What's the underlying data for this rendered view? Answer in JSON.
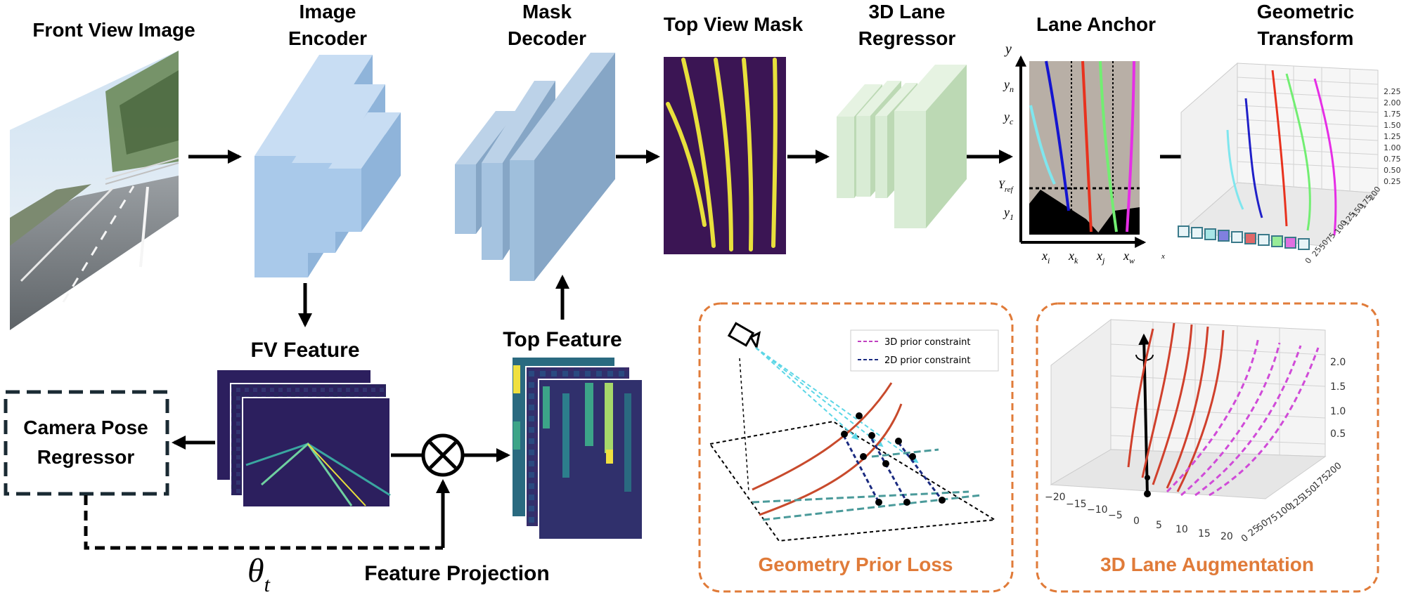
{
  "labels": {
    "front_view_image": "Front View Image",
    "image_encoder_l1": "Image",
    "image_encoder_l2": "Encoder",
    "mask_decoder_l1": "Mask",
    "mask_decoder_l2": "Decoder",
    "top_view_mask": "Top View Mask",
    "lane_regressor_l1": "3D Lane",
    "lane_regressor_l2": "Regressor",
    "lane_anchor": "Lane Anchor",
    "geometric_transform_l1": "Geometric",
    "geometric_transform_l2": "Transform",
    "fv_feature": "FV Feature",
    "top_feature": "Top Feature",
    "camera_pose_l1": "Camera Pose",
    "camera_pose_l2": "Regressor",
    "feature_projection": "Feature Projection",
    "theta": "θ",
    "theta_sub": "t",
    "geometry_prior_loss": "Geometry Prior Loss",
    "lane_augmentation": "3D Lane Augmentation"
  },
  "anchor_axes": {
    "y": "y",
    "yn": "y",
    "yn_sub": "n",
    "yc": "y",
    "yc_sub": "c",
    "yref": "Y",
    "yref_sub": "ref",
    "y1": "y",
    "y1_sub": "1",
    "xi": "x",
    "xi_sub": "i",
    "xk": "x",
    "xk_sub": "k",
    "xj": "x",
    "xj_sub": "j",
    "xw": "x",
    "xw_sub": "w",
    "x": "x"
  },
  "legend": {
    "prior3d": "3D prior constraint",
    "prior2d": "2D prior constraint"
  },
  "geo_transform_ticks": {
    "z": [
      "2.25",
      "2.00",
      "1.75",
      "1.50",
      "1.25",
      "1.00",
      "0.75",
      "0.50",
      "0.25"
    ],
    "depth": [
      "200",
      "175",
      "150",
      "125",
      "100",
      "75",
      "50",
      "25",
      "0"
    ]
  },
  "augmentation_ticks": {
    "z": [
      "2.0",
      "1.5",
      "1.0",
      "0.5"
    ],
    "x": [
      "−20",
      "−15",
      "−10",
      "−5",
      "0",
      "5",
      "10",
      "15",
      "20"
    ],
    "depth": [
      "200",
      "175",
      "150",
      "125",
      "100",
      "75",
      "50",
      "25",
      "0"
    ]
  },
  "colors": {
    "encoder_blue": "#a9c9ea",
    "decoder_blue": "#9fbfdc",
    "regressor_green": "#d9ecd5",
    "mask_bg": "#3b1554",
    "mask_lane": "#e8e03c",
    "dashed_orange": "#e07b39",
    "lane_red": "#d0402c",
    "lane_magenta": "#d04bd8"
  }
}
